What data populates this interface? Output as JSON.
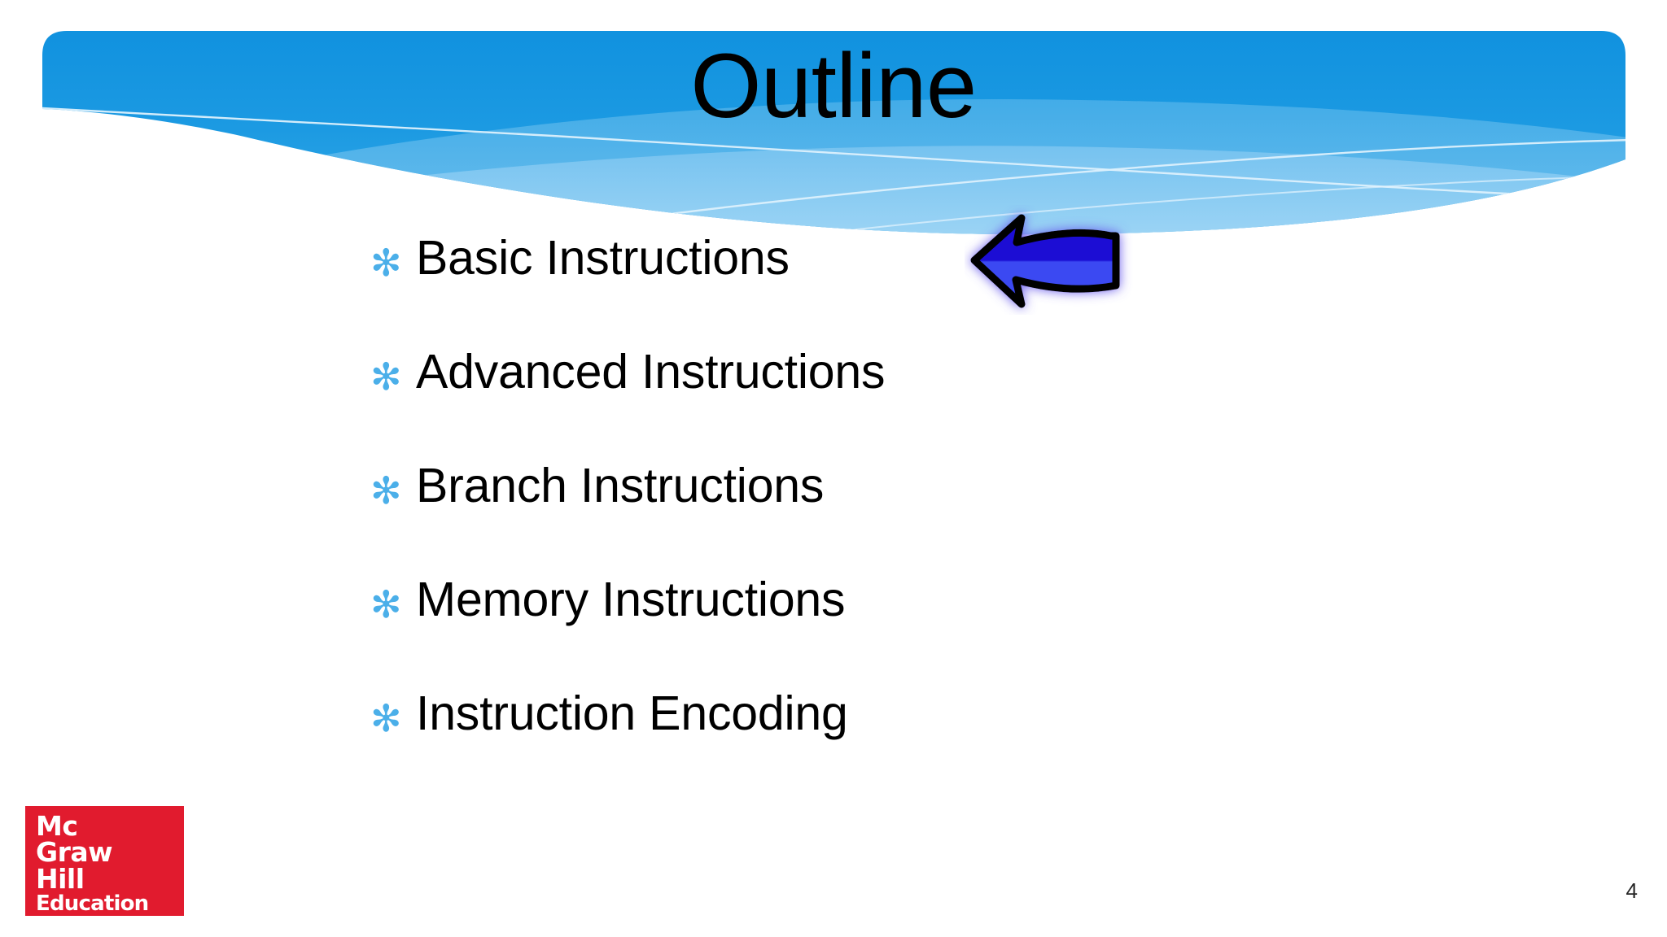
{
  "slide": {
    "title": "Outline",
    "page_number": "4",
    "background_color": "#FFFFFF"
  },
  "banner": {
    "name": "title-banner",
    "gradient_top_color": "#0E90DD",
    "gradient_bottom_color": "#2FA5E6",
    "light_wave_color": "#8FCDF2",
    "accent_line_color": "#CDE9FA"
  },
  "bullets": {
    "marker_glyph": "✻",
    "marker_color": "#4BAFE9",
    "items": [
      {
        "label": "Basic Instructions"
      },
      {
        "label": "Advanced Instructions"
      },
      {
        "label": "Branch Instructions"
      },
      {
        "label": "Memory Instructions"
      },
      {
        "label": "Instruction Encoding"
      }
    ]
  },
  "callout": {
    "name": "left-arrow-callout",
    "direction": "left",
    "points_at": "Basic Instructions",
    "fill_top_color": "#1A16D8",
    "fill_bottom_color": "#3A46F0",
    "outline_color": "#000000",
    "glow_color": "#6A5AE8"
  },
  "logo": {
    "name": "mcgraw-hill-education-logo",
    "background_color": "#E11B2E",
    "text_color": "#FFFFFF",
    "line1": "Mc",
    "line2": "Graw",
    "line3": "Hill",
    "line4": "Education"
  }
}
